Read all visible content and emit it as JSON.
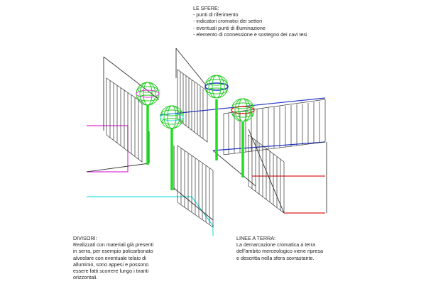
{
  "notes": {
    "spheres": {
      "title": "LE SFERE:",
      "items": [
        "- punti di riferimento",
        "- indicatori cromatici dei settori",
        "- eventuali punti di illuminazione",
        "- elemento di connessione e sostegno dei cavi tesi"
      ]
    },
    "dividers": {
      "title": "DIVISORI:",
      "lines": [
        "Realizzati con materiali già presenti",
        "in serra, per esempio policarbonato",
        "alveolare con eventuale telaio di",
        "alluminio, sono appesi e possono",
        "essere fatti scorrere lungo i tiranti",
        "orizzontali."
      ]
    },
    "ground": {
      "title": "LINEE A TERRA:",
      "lines": [
        "La demarcazione cromatica a terra",
        "dell'ambito merceologico viene ripresa",
        "e descritta nella sfera sovrastante."
      ]
    }
  },
  "colors": {
    "line": "#333333",
    "pole": "#22dd22",
    "sphere_green": "#22cc22",
    "accent_magenta": "#dd33dd",
    "accent_blue": "#2233cc",
    "accent_red": "#dd2222",
    "accent_cyan": "#33dddd"
  }
}
